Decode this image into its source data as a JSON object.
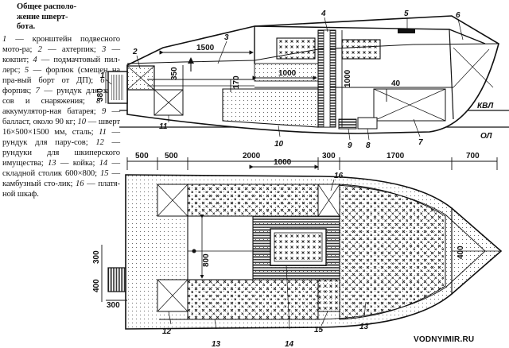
{
  "legend": {
    "title_line1": "Общее располо-",
    "title_line2": "жение шверт-",
    "title_line3": "бота.",
    "entries": [
      {
        "num": "1",
        "text": "кронштейн подвесного мото-ра;"
      },
      {
        "num": "2",
        "text": "ахтерпик;"
      },
      {
        "num": "3",
        "text": "кокпит;"
      },
      {
        "num": "4",
        "text": "подмачтовый пил-лерс;"
      },
      {
        "num": "5",
        "text": "форлюк (смещен на пра-вый борт от ДП);"
      },
      {
        "num": "6",
        "text": "форпик;"
      },
      {
        "num": "7",
        "text": "рундук для запа-сов и снаряжения;"
      },
      {
        "num": "8",
        "text": "аккумулятор-ная батарея;"
      },
      {
        "num": "9",
        "text": "балласт, около 90 кг;"
      },
      {
        "num": "10",
        "text": "шверт 16×500×1500 мм, сталь;"
      },
      {
        "num": "11",
        "text": "рундук для пару-сов;"
      },
      {
        "num": "12",
        "text": "рундуки для шкиперского имущества;"
      },
      {
        "num": "13",
        "text": "койка;"
      },
      {
        "num": "14",
        "text": "складной столик 600×800;"
      },
      {
        "num": "15",
        "text": "камбузный сто-лик;"
      },
      {
        "num": "16",
        "text": "платя-ной шкаф."
      }
    ]
  },
  "side_view": {
    "dims": {
      "d1500": "1500",
      "d350": "350",
      "d170": "170",
      "d380": "380",
      "d1000": "1000",
      "d1000v": "1000",
      "d40": "40"
    },
    "callouts": {
      "c1": "1",
      "c2": "2",
      "c3": "3",
      "c4": "4",
      "c5": "5",
      "c6": "6",
      "c7": "7",
      "c8": "8",
      "c9": "9",
      "c10": "10",
      "c11": "11"
    },
    "waterlines": {
      "kvl": "КВЛ",
      "ol": "ОЛ"
    }
  },
  "plan_view": {
    "dims": {
      "d500a": "500",
      "d500b": "500",
      "d2000": "2000",
      "d1000": "1000",
      "d300t": "300",
      "d1700": "1700",
      "d700": "700",
      "d300l": "300",
      "d400l": "400",
      "d300b": "300",
      "d800": "800",
      "d400r": "400"
    },
    "callouts": {
      "c12": "12",
      "c13a": "13",
      "c13b": "13",
      "c14": "14",
      "c15": "15",
      "c16": "16"
    }
  },
  "watermark": "VODNYIMIR.RU"
}
